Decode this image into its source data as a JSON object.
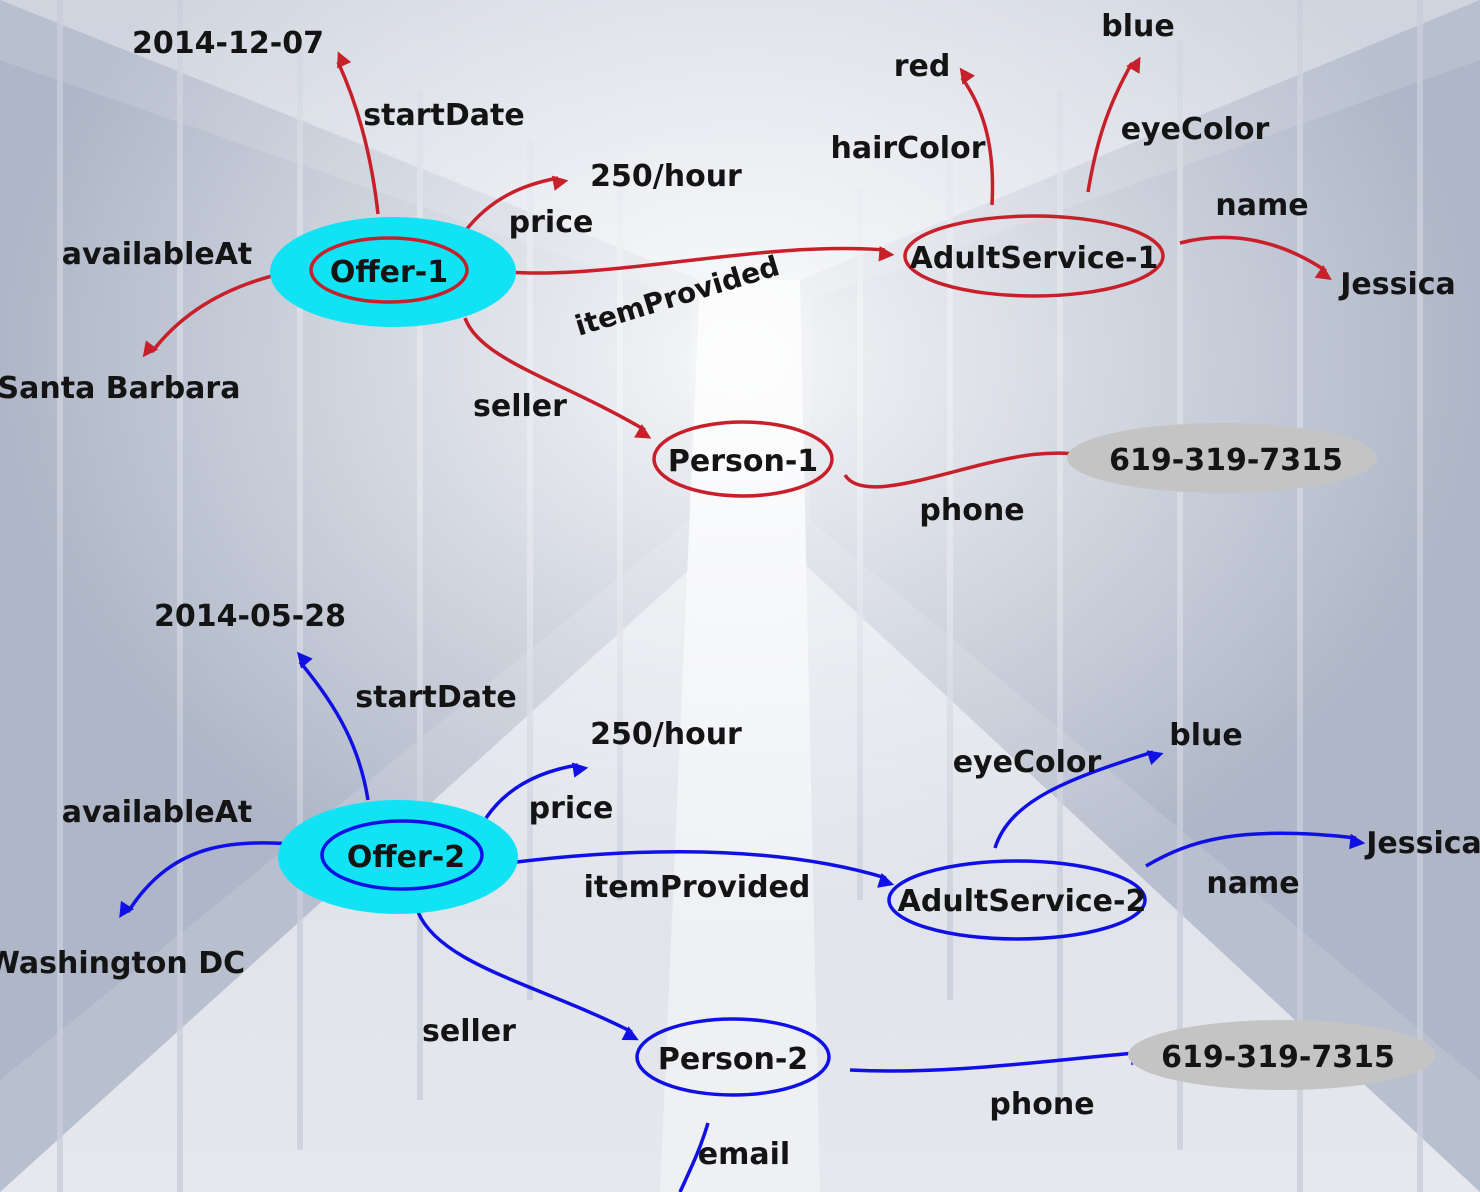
{
  "colors": {
    "graph1": "#c8202a",
    "graph2": "#1010e6",
    "offer_fill": "#11e3f5",
    "phone_fill": "#c4c4c4",
    "text": "#141414"
  },
  "graph1": {
    "offer": "Offer-1",
    "start_date": "2014-12-07",
    "start_date_label": "startDate",
    "price": "250/hour",
    "price_label": "price",
    "available_at": "Santa Barbara",
    "available_at_label": "availableAt",
    "item_provided_label": "itemProvided",
    "adult_service": "AdultService-1",
    "hair_color_label": "hairColor",
    "hair_color": "red",
    "eye_color_label": "eyeColor",
    "eye_color": "blue",
    "name_label": "name",
    "name": "Jessica",
    "seller_label": "seller",
    "person": "Person-1",
    "phone_label": "phone",
    "phone": "619-319-7315"
  },
  "graph2": {
    "offer": "Offer-2",
    "start_date": "2014-05-28",
    "start_date_label": "startDate",
    "price": "250/hour",
    "price_label": "price",
    "available_at": "Washington DC",
    "available_at_label": "availableAt",
    "item_provided_label": "itemProvided",
    "adult_service": "AdultService-2",
    "eye_color_label": "eyeColor",
    "eye_color": "blue",
    "name_label": "name",
    "name": "Jessica",
    "seller_label": "seller",
    "person": "Person-2",
    "phone_label": "phone",
    "phone": "619-319-7315",
    "email_label": "email"
  }
}
